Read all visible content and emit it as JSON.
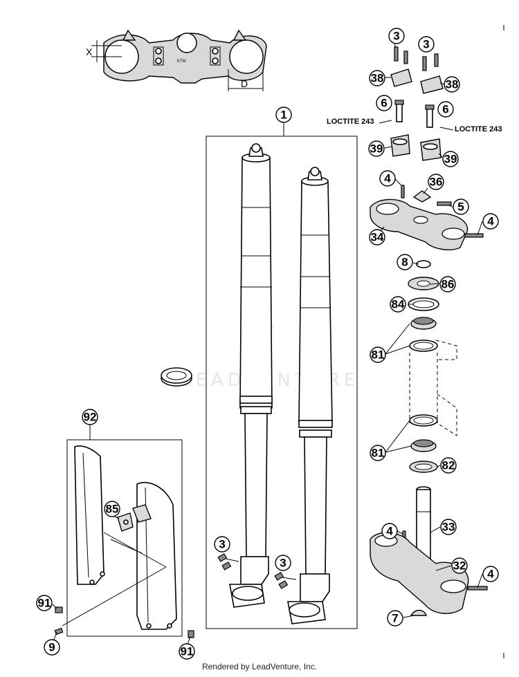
{
  "callouts": {
    "c1": "1",
    "c3a": "3",
    "c3b": "3",
    "c3c": "3",
    "c3d": "3",
    "c38a": "38",
    "c38b": "38",
    "c6a": "6",
    "c6b": "6",
    "c39a": "39",
    "c39b": "39",
    "c4a": "4",
    "c36": "36",
    "c5": "5",
    "c4b": "4",
    "c34": "34",
    "c8": "8",
    "c86": "86",
    "c84": "84",
    "c81a": "81",
    "c81b": "81",
    "c82": "82",
    "c4c": "4",
    "c33": "33",
    "c32": "32",
    "c4d": "4",
    "c7": "7",
    "c92": "92",
    "c85": "85",
    "c91a": "91",
    "c91b": "91",
    "c9": "9"
  },
  "notes": {
    "loctite_left": "LOCTITE 243",
    "loctite_right": "LOCTITE 243"
  },
  "dimensions": {
    "x_label": "X",
    "d_label": "D"
  },
  "watermark": "LEADVENTURE",
  "credit": "Rendered by LeadVenture, Inc."
}
